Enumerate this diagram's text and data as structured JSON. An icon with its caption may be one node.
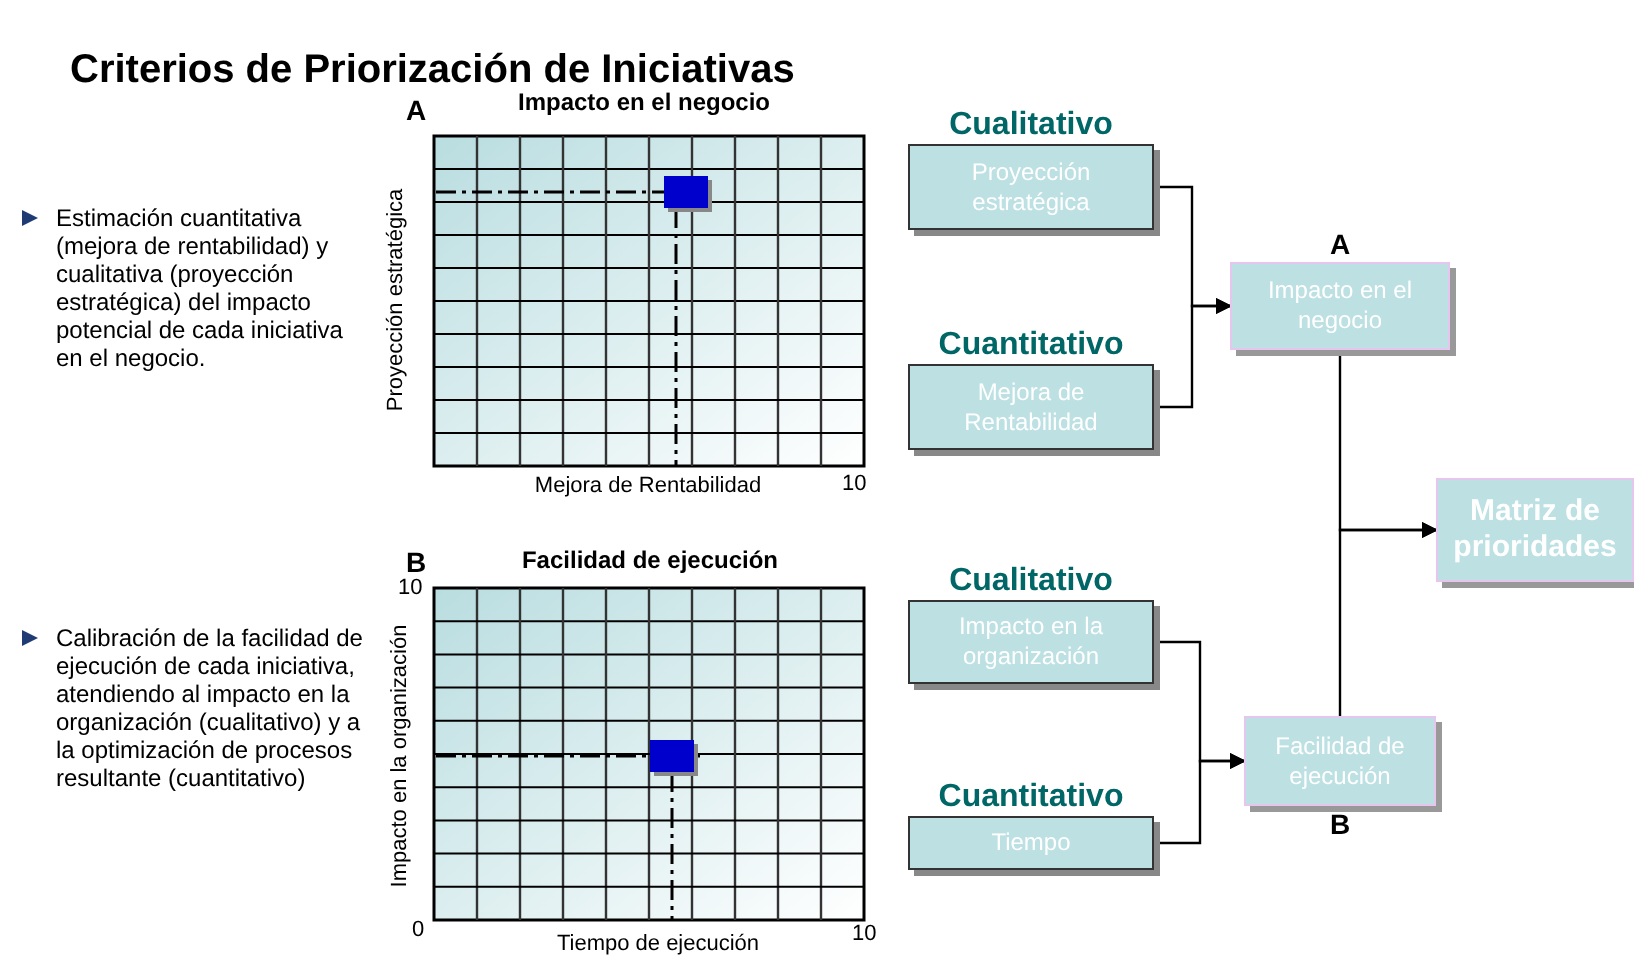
{
  "diagram": {
    "title": "Criterios de Priorización de Iniciativas",
    "nodes": [
      {
        "text": [
          "Cualitativo",
          "Proyección estratégica"
        ]
      },
      {
        "text": [
          "Cuantitativo",
          "Mejora de Rentabilidad"
        ]
      },
      {
        "text": [
          "A",
          "Impacto en el negocio"
        ]
      },
      {
        "text": [
          "Matriz de prioridades"
        ]
      },
      {
        "text": [
          "Cualitativo",
          "Impacto en la organización"
        ]
      },
      {
        "text": [
          "Cuantitativo",
          "Tiempo"
        ]
      },
      {
        "text": [
          "Facilidad de ejecución",
          "B"
        ]
      }
    ],
    "edges": [
      {
        "from": 0,
        "to": 2,
        "arrow": "to"
      },
      {
        "from": 1,
        "to": 2,
        "arrow": "to"
      },
      {
        "from": 4,
        "to": 6,
        "arrow": "to"
      },
      {
        "from": 5,
        "to": 6,
        "arrow": "to"
      },
      {
        "from": 2,
        "to": 3,
        "arrow": "to"
      },
      {
        "from": 6,
        "to": 3,
        "arrow": "to"
      }
    ],
    "labels": [
      "A",
      "Impacto en el negocio",
      "Estimación cuantitativa (mejora de rentabilidad) y cualitativa (proyección estratégica) del impacto potencial de cada iniciativa en el negocio.",
      "Proyección  estratégica",
      "Mejora de Rentabilidad",
      "10",
      "B",
      "Facilidad de ejecución",
      "10",
      "Calibración de la facilidad de ejecución de cada iniciativa, atendiendo al impacto en la organización (cualitativo) y a la optimización de procesos resultante (cuantitativo)",
      "Impacto  en la organización",
      "0",
      "Tiempo de ejecución",
      "10"
    ]
  }
}
